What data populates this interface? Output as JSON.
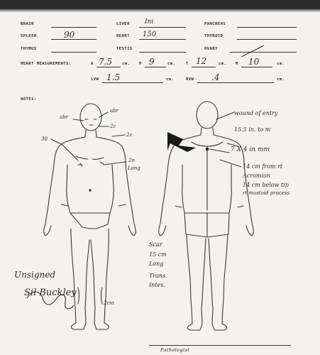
{
  "form": {
    "organs": {
      "brain": {
        "label": "BRAIN",
        "value": ""
      },
      "liver": {
        "label": "LIVER",
        "value": "Ini"
      },
      "pancreas": {
        "label": "PANCREAS",
        "value": ""
      },
      "spleen": {
        "label": "SPLEEN",
        "value": "90"
      },
      "heart": {
        "label": "HEART",
        "value": "150"
      },
      "thyroid": {
        "label": "THYROID",
        "value": ""
      },
      "thymus": {
        "label": "THYMUS",
        "value": ""
      },
      "testis": {
        "label": "TESTIS",
        "value": ""
      },
      "ovary": {
        "label": "OVARY",
        "value": ""
      }
    },
    "heart_measurements": {
      "label": "HEART MEASUREMENTS:",
      "a_prefix": "A",
      "a_value": "7.5",
      "a_unit": "cm.",
      "p_prefix": "P",
      "p_value": "9",
      "p_unit": "cm.",
      "t_prefix": "T",
      "t_value": "12",
      "t_unit": "cm.",
      "m_prefix": "M",
      "m_value": "10",
      "m_unit": "cm.",
      "lvw_prefix": "LVW",
      "lvw_value": "1.5",
      "lvw_unit": "cm.",
      "rvw_prefix": "RVW",
      "rvw_value": ".4",
      "rvw_unit": "cm."
    },
    "notes_label": "NOTES:",
    "front_annotations": {
      "a1": "abr",
      "a2": "abr",
      "a3": "2c",
      "a4": "2c",
      "a5": "30",
      "a6": "2n",
      "a7": "Long",
      "a8": "Unsigned",
      "a9": "Sil Buckley",
      "a10": "2cm"
    },
    "back_annotations": {
      "b1": "wound of entry",
      "b2": "15.5 in. to m",
      "b3": "7 X 4 in mm",
      "b4": "14 cm from rt",
      "b5": "Acromion",
      "b6": "14 cm below tip",
      "b7": "rt mastoid process",
      "b8": "Scar",
      "b9": "15 cm",
      "b10": "Long",
      "b11": "Trans.",
      "b12": "Intes."
    },
    "footer": {
      "pathologist_label": "Pathologist"
    }
  }
}
